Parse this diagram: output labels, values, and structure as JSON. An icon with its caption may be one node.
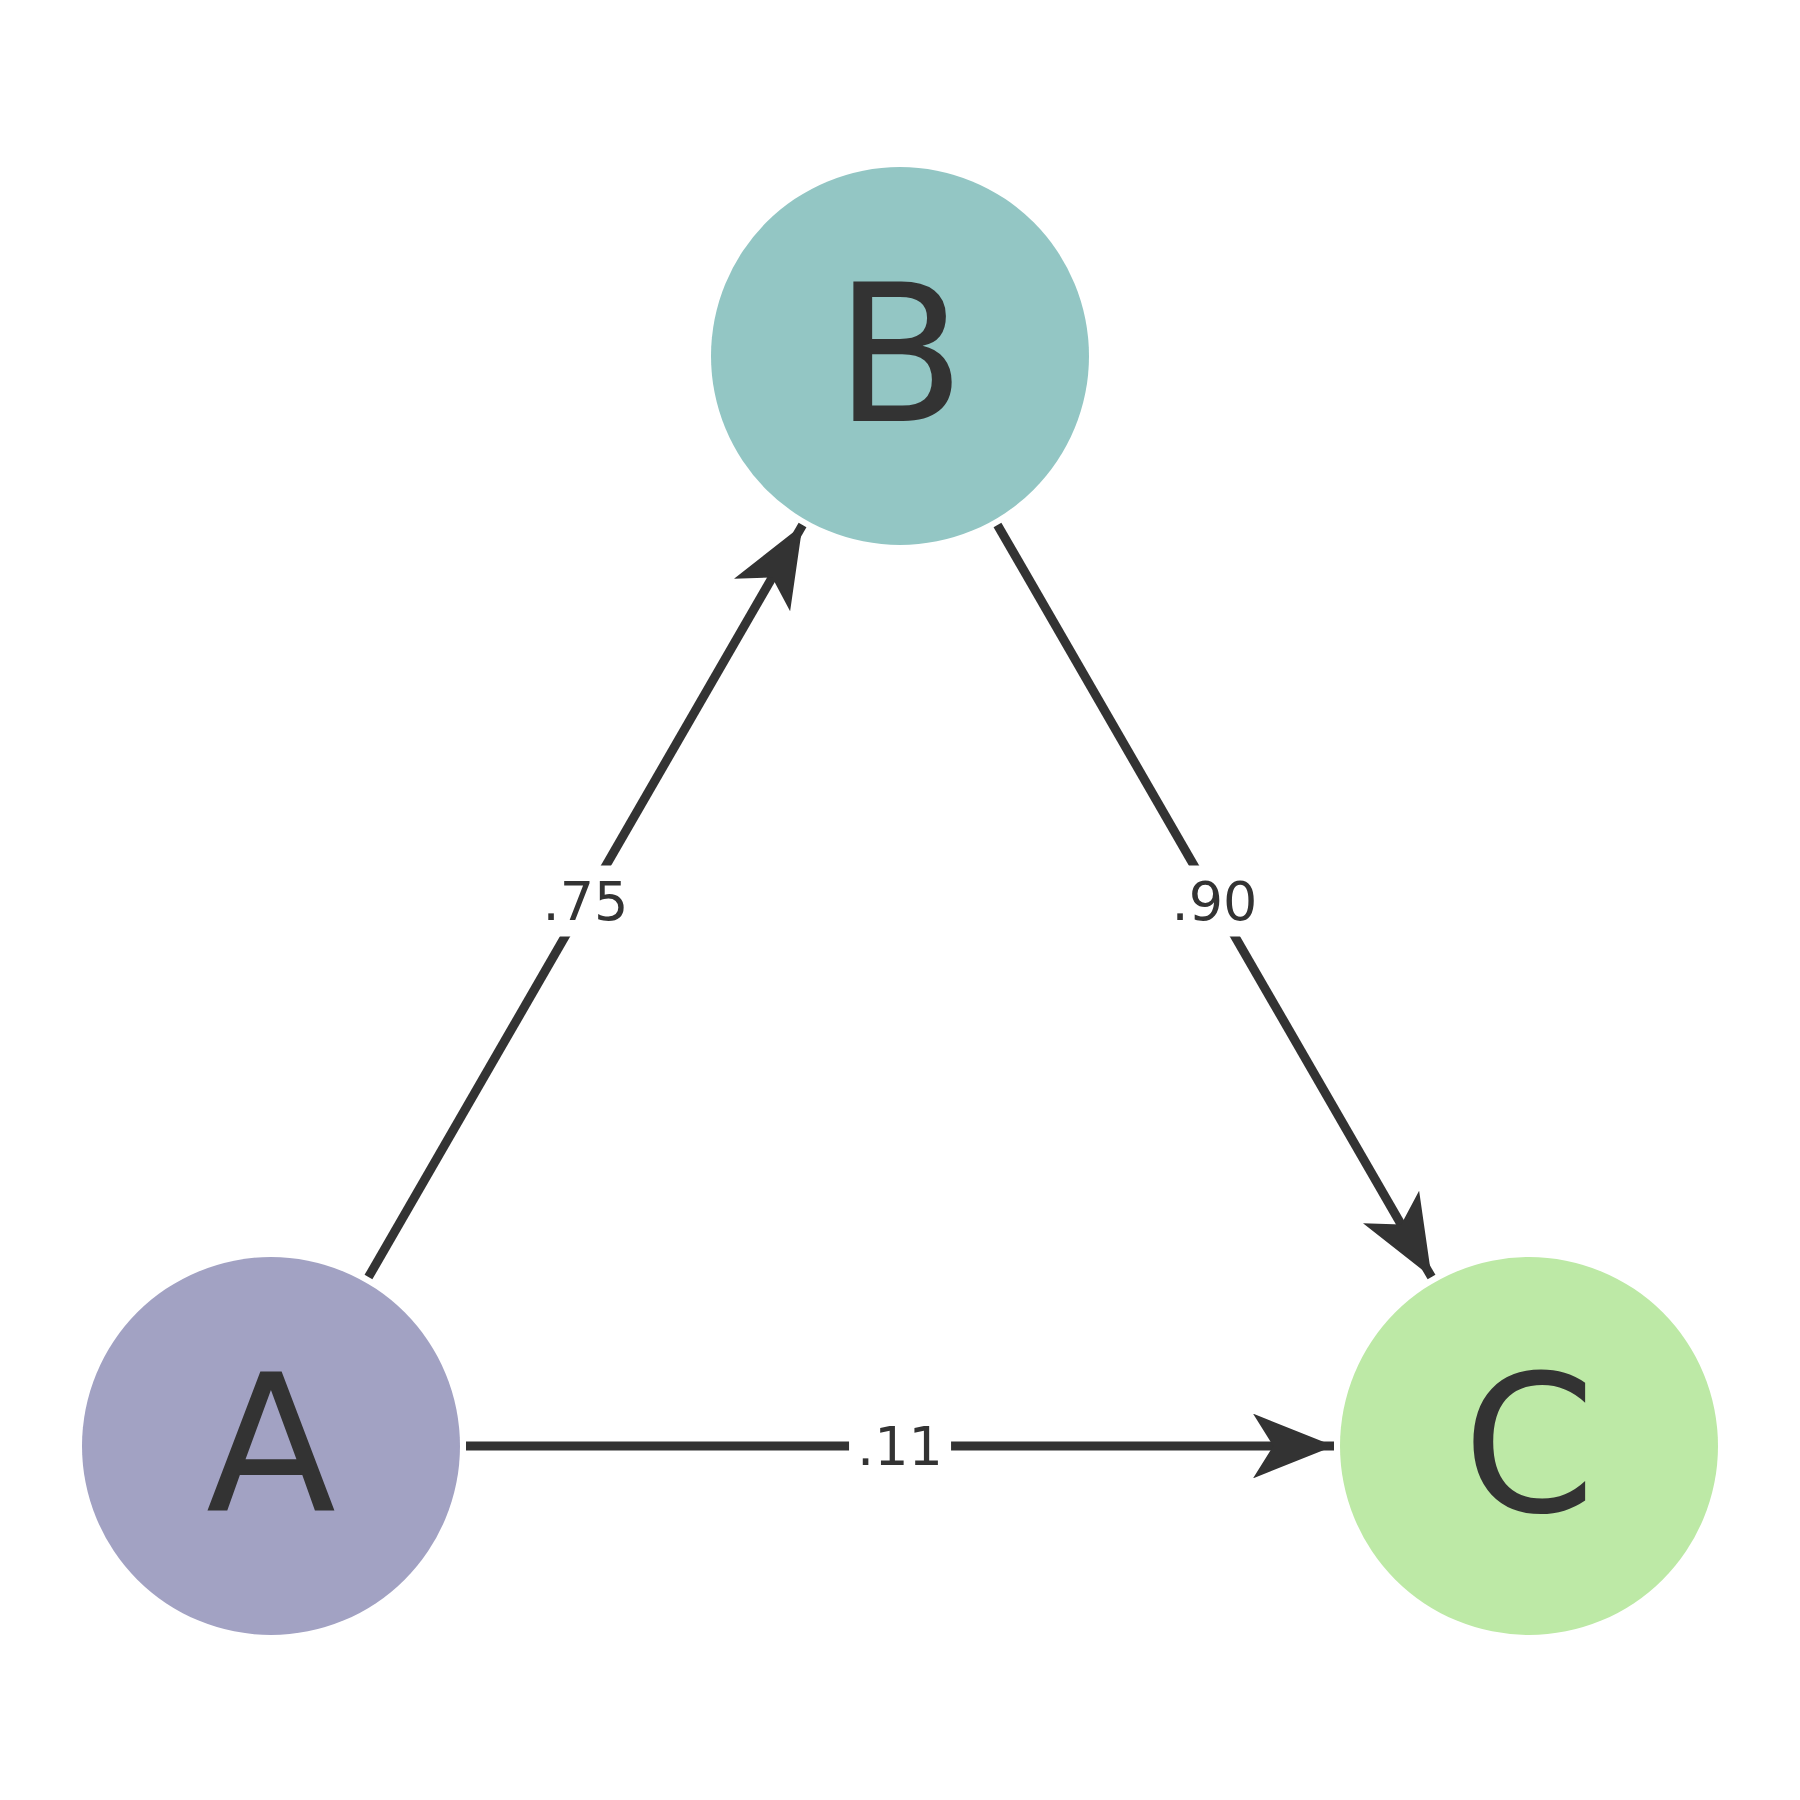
{
  "diagram": {
    "nodes": [
      {
        "text": [
          "B"
        ]
      },
      {
        "text": [
          "A"
        ]
      },
      {
        "text": [
          "C"
        ]
      }
    ],
    "edges": [
      {
        "from": 1,
        "to": 0,
        "arrow": "to",
        "label": ".75"
      },
      {
        "from": 0,
        "to": 2,
        "arrow": "to",
        "label": ".90"
      },
      {
        "from": 1,
        "to": 2,
        "arrow": "to",
        "label": ".11"
      }
    ]
  }
}
